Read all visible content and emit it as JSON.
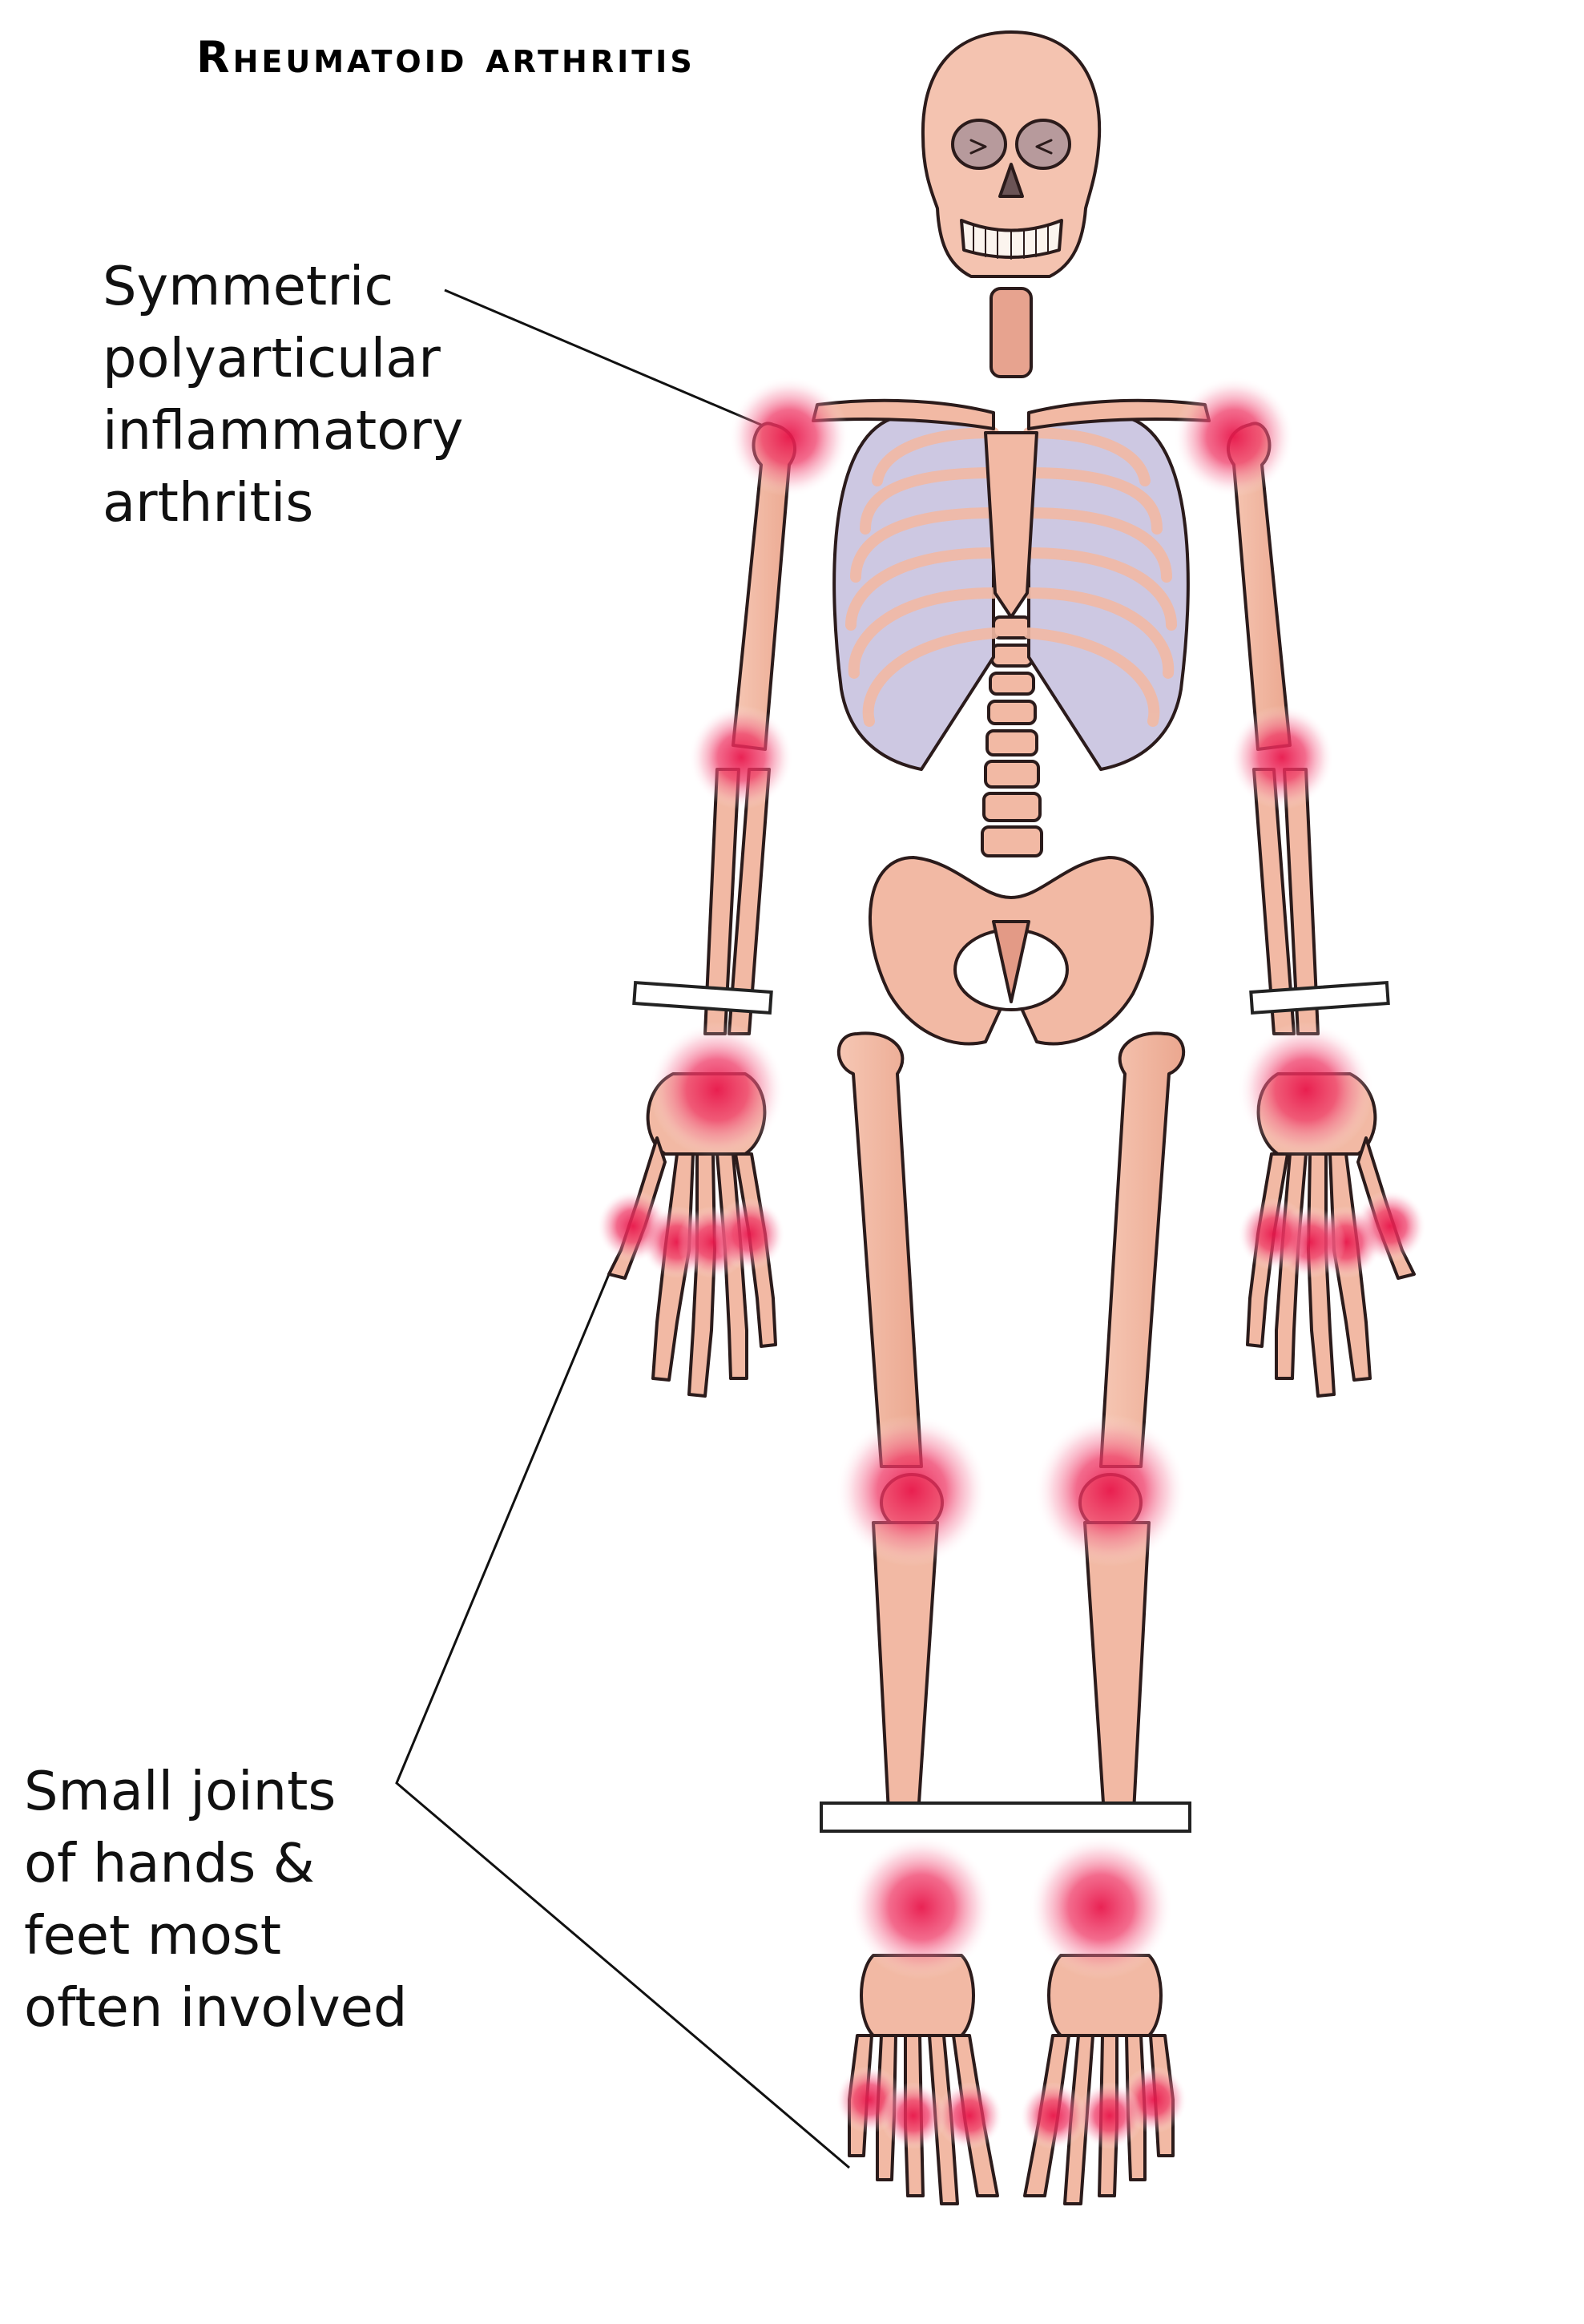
{
  "title": "Rheumatoid arthritis",
  "annotations": {
    "top": {
      "lines": [
        "Symmetric",
        "polyarticular",
        "inflammatory",
        "arthritis"
      ]
    },
    "bottom": {
      "lines": [
        "Small joints",
        "of hands &",
        "feet most",
        "often involved"
      ]
    }
  },
  "colors": {
    "bone": "#f2b9a4",
    "bone_dark": "#e39a86",
    "cartilage": "#c9c5e0",
    "inflammation": "#e8174b",
    "outline": "#2b1b1b"
  },
  "affected_joints": [
    "shoulders",
    "elbows",
    "wrists",
    "hand joints",
    "knees",
    "ankles",
    "foot joints"
  ]
}
